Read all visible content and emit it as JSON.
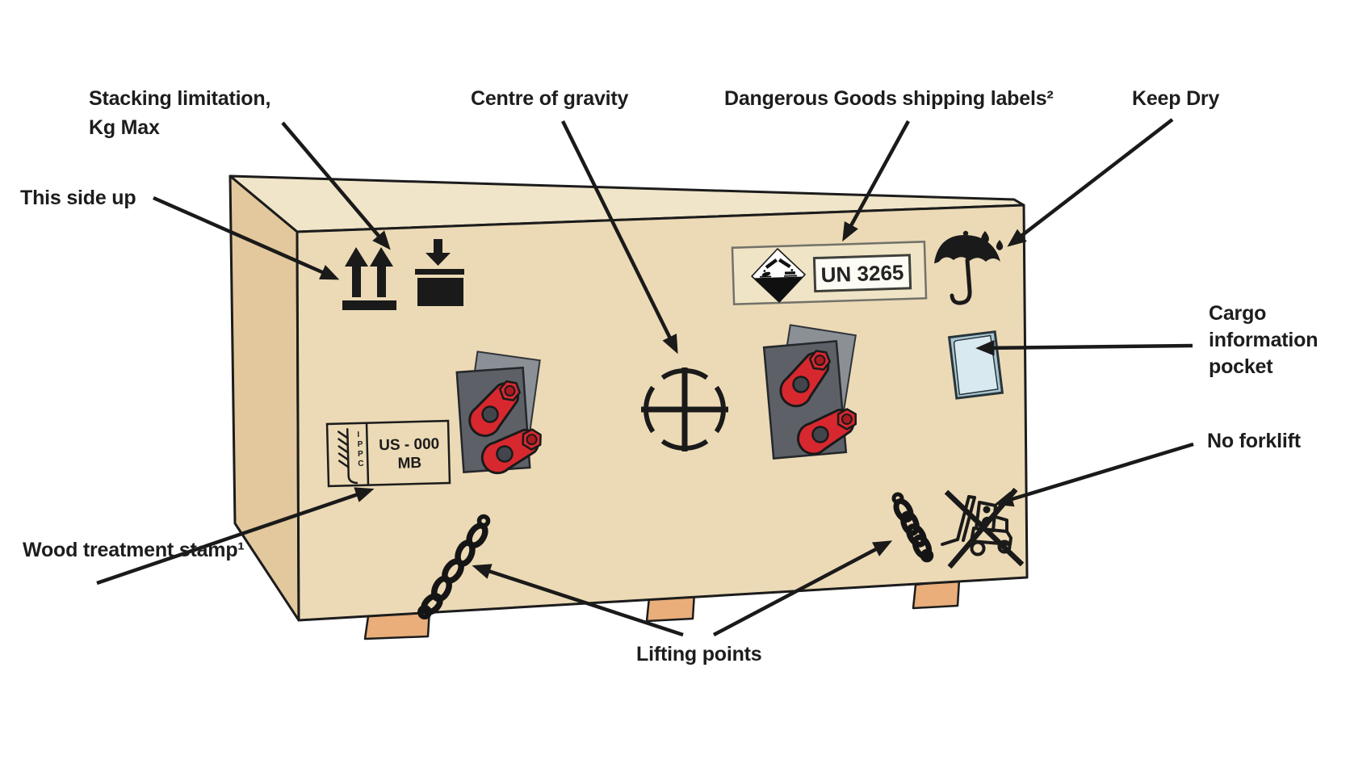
{
  "figure": "Shipping crate markings diagram",
  "labels": {
    "stacking_limitation": [
      "Stacking limitation,",
      "Kg Max"
    ],
    "this_side_up": "This side up",
    "centre_of_gravity": "Centre of gravity",
    "dangerous_goods": "Dangerous Goods shipping labels²",
    "keep_dry": "Keep Dry",
    "cargo_pocket": [
      "Cargo",
      "information",
      "pocket"
    ],
    "no_forklift": "No forklift",
    "wood_treatment": "Wood treatment stamp¹",
    "lifting_points": "Lifting points"
  },
  "crate": {
    "dangerous_goods_label": {
      "un_number": "UN 3265",
      "hazard_icon": "corrosive-diamond-icon"
    },
    "wood_treatment_stamp": {
      "ippc": "IPPC",
      "country_line": "US - 000",
      "treatment_line": "MB"
    },
    "icons": [
      "this-side-up-icon",
      "stacking-limitation-icon",
      "corrosive-diamond-icon",
      "keep-dry-umbrella-icon",
      "cargo-information-pocket",
      "wood-treatment-stamp",
      "lifting-point-left",
      "lifting-point-right",
      "centre-of-gravity-icon",
      "chain-left",
      "chain-right",
      "no-forklift-icon"
    ]
  },
  "colors": {
    "crate_front": "#ecdab6",
    "crate_top": "#f1e5c9",
    "crate_side": "#e3c89d",
    "outline": "#1c1c1c",
    "foot_front": "#e9ae7a",
    "foot_top": "#f3cc9c",
    "shackle_red": "#d7282f",
    "plate_gray": "#5d6167",
    "pocket_blue": "#d8e9f0",
    "label_cream": "#f0e4c6"
  }
}
